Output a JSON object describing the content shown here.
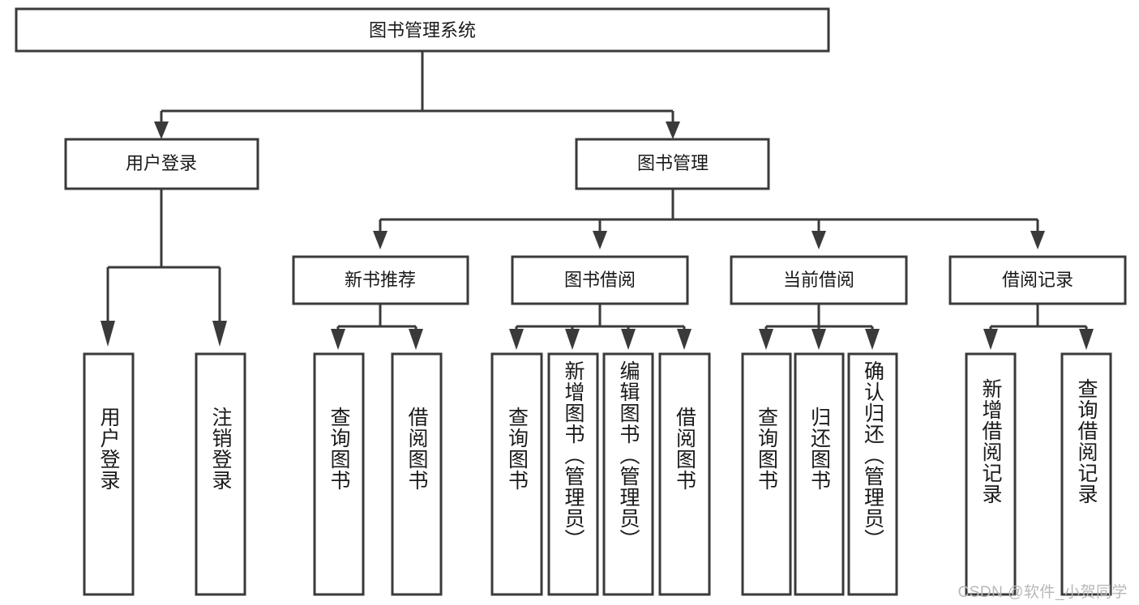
{
  "diagram": {
    "type": "tree-hierarchy",
    "title": "图书管理系统",
    "watermark": "CSDN @软件_小贺同学",
    "colors": {
      "stroke": "#3a3a3a",
      "fill": "#ffffff",
      "text": "#1a1a1a",
      "watermark": "#b8b8b8",
      "background": "#ffffff"
    },
    "levels": [
      {
        "level": 1,
        "nodes": [
          {
            "id": "root",
            "label": "图书管理系统",
            "orientation": "horizontal"
          }
        ]
      },
      {
        "level": 2,
        "nodes": [
          {
            "id": "login",
            "label": "用户登录",
            "orientation": "horizontal",
            "parent": "root"
          },
          {
            "id": "bookmgmt",
            "label": "图书管理",
            "orientation": "horizontal",
            "parent": "root"
          }
        ]
      },
      {
        "level": 3,
        "nodes": [
          {
            "id": "newbook",
            "label": "新书推荐",
            "orientation": "horizontal",
            "parent": "bookmgmt"
          },
          {
            "id": "borrow",
            "label": "图书借阅",
            "orientation": "horizontal",
            "parent": "bookmgmt"
          },
          {
            "id": "current",
            "label": "当前借阅",
            "orientation": "horizontal",
            "parent": "bookmgmt"
          },
          {
            "id": "records",
            "label": "借阅记录",
            "orientation": "horizontal",
            "parent": "bookmgmt"
          }
        ]
      },
      {
        "level": 4,
        "nodes": [
          {
            "id": "leaf-1",
            "label": "用户登录",
            "orientation": "vertical",
            "parent": "login"
          },
          {
            "id": "leaf-2",
            "label": "注销登录",
            "orientation": "vertical",
            "parent": "login"
          },
          {
            "id": "leaf-3",
            "label": "查询图书",
            "orientation": "vertical",
            "parent": "newbook"
          },
          {
            "id": "leaf-4",
            "label": "借阅图书",
            "orientation": "vertical",
            "parent": "newbook"
          },
          {
            "id": "leaf-5",
            "label": "查询图书",
            "orientation": "vertical",
            "parent": "borrow"
          },
          {
            "id": "leaf-6",
            "label": "新增图书（管理员）",
            "orientation": "vertical",
            "parent": "borrow"
          },
          {
            "id": "leaf-7",
            "label": "编辑图书（管理员）",
            "orientation": "vertical",
            "parent": "borrow"
          },
          {
            "id": "leaf-8",
            "label": "借阅图书",
            "orientation": "vertical",
            "parent": "borrow"
          },
          {
            "id": "leaf-9",
            "label": "查询图书",
            "orientation": "vertical",
            "parent": "current"
          },
          {
            "id": "leaf-10",
            "label": "归还图书",
            "orientation": "vertical",
            "parent": "current"
          },
          {
            "id": "leaf-11",
            "label": "确认归还（管理员）",
            "orientation": "vertical",
            "parent": "current"
          },
          {
            "id": "leaf-12",
            "label": "新增借阅记录",
            "orientation": "vertical",
            "parent": "records"
          },
          {
            "id": "leaf-13",
            "label": "查询借阅记录",
            "orientation": "vertical",
            "parent": "records"
          }
        ]
      }
    ]
  }
}
